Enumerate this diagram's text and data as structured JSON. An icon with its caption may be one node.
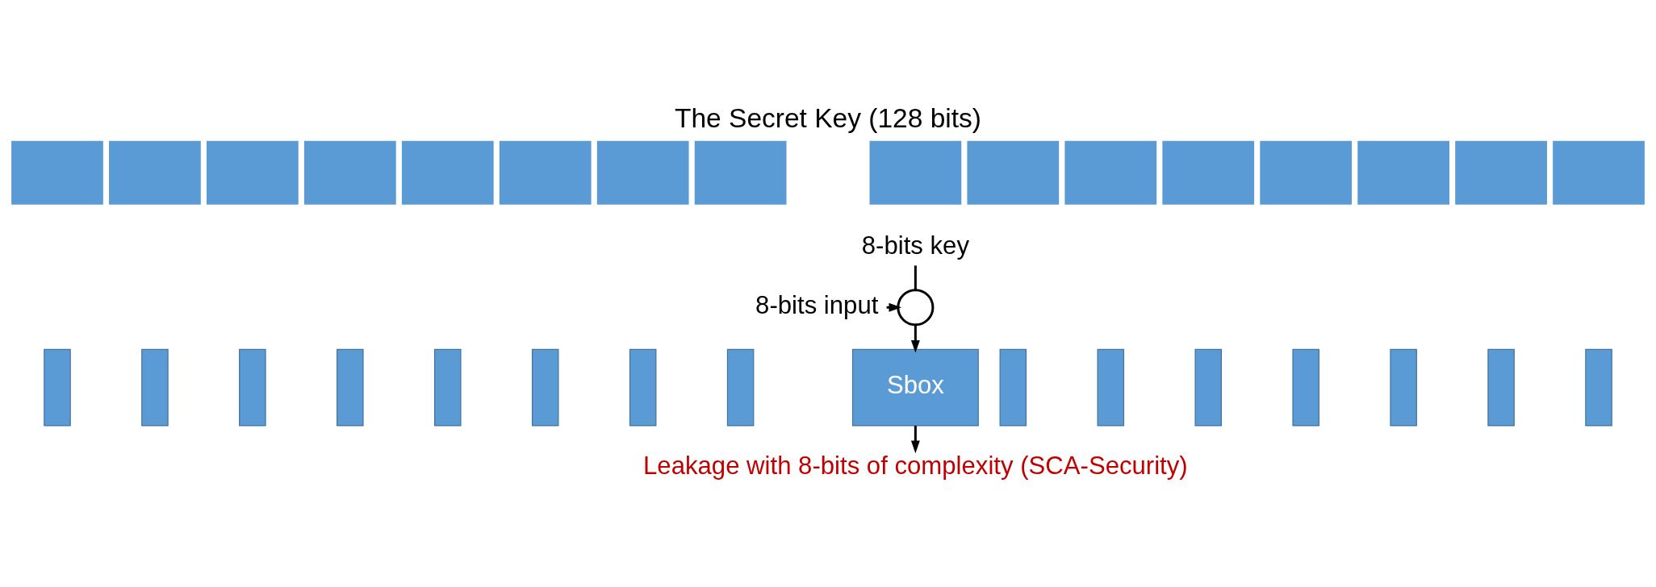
{
  "diagram": {
    "title": "The Secret Key (128 bits)",
    "nodes": [
      {
        "text": [],
        "shape": "box"
      },
      {
        "text": [],
        "shape": "box"
      },
      {
        "text": [],
        "shape": "box"
      },
      {
        "text": [],
        "shape": "box"
      },
      {
        "text": [],
        "shape": "box"
      },
      {
        "text": [],
        "shape": "box"
      },
      {
        "text": [],
        "shape": "box"
      },
      {
        "text": [],
        "shape": "box"
      },
      {
        "text": [],
        "shape": "box"
      },
      {
        "text": [],
        "shape": "box"
      },
      {
        "text": [],
        "shape": "box"
      },
      {
        "text": [],
        "shape": "box"
      },
      {
        "text": [],
        "shape": "box"
      },
      {
        "text": [],
        "shape": "box"
      },
      {
        "text": [],
        "shape": "box"
      },
      {
        "text": [],
        "shape": "box"
      },
      {
        "text": [
          "8-bits key"
        ]
      },
      {
        "text": [
          "8-bits input"
        ]
      },
      {
        "text": [],
        "shape": "circle"
      },
      {
        "text": [],
        "shape": "box"
      },
      {
        "text": [],
        "shape": "box"
      },
      {
        "text": [],
        "shape": "box"
      },
      {
        "text": [],
        "shape": "box"
      },
      {
        "text": [],
        "shape": "box"
      },
      {
        "text": [],
        "shape": "box"
      },
      {
        "text": [],
        "shape": "box"
      },
      {
        "text": [],
        "shape": "box"
      },
      {
        "text": [
          "Sbox"
        ]
      },
      {
        "text": [],
        "shape": "box"
      },
      {
        "text": [],
        "shape": "box"
      },
      {
        "text": [],
        "shape": "box"
      },
      {
        "text": [],
        "shape": "box"
      },
      {
        "text": [],
        "shape": "box"
      },
      {
        "text": [],
        "shape": "box"
      },
      {
        "text": [],
        "shape": "box"
      },
      {
        "text": [
          "Leakage with 8-bits of complexity (SCA-Security)"
        ]
      }
    ],
    "edges": [
      {
        "from": 16,
        "to": 18,
        "arrow": "none"
      },
      {
        "from": 17,
        "to": 18,
        "arrow": "to"
      },
      {
        "from": 18,
        "to": 27,
        "arrow": "to"
      },
      {
        "from": 27,
        "to": 35,
        "arrow": "to"
      }
    ]
  }
}
